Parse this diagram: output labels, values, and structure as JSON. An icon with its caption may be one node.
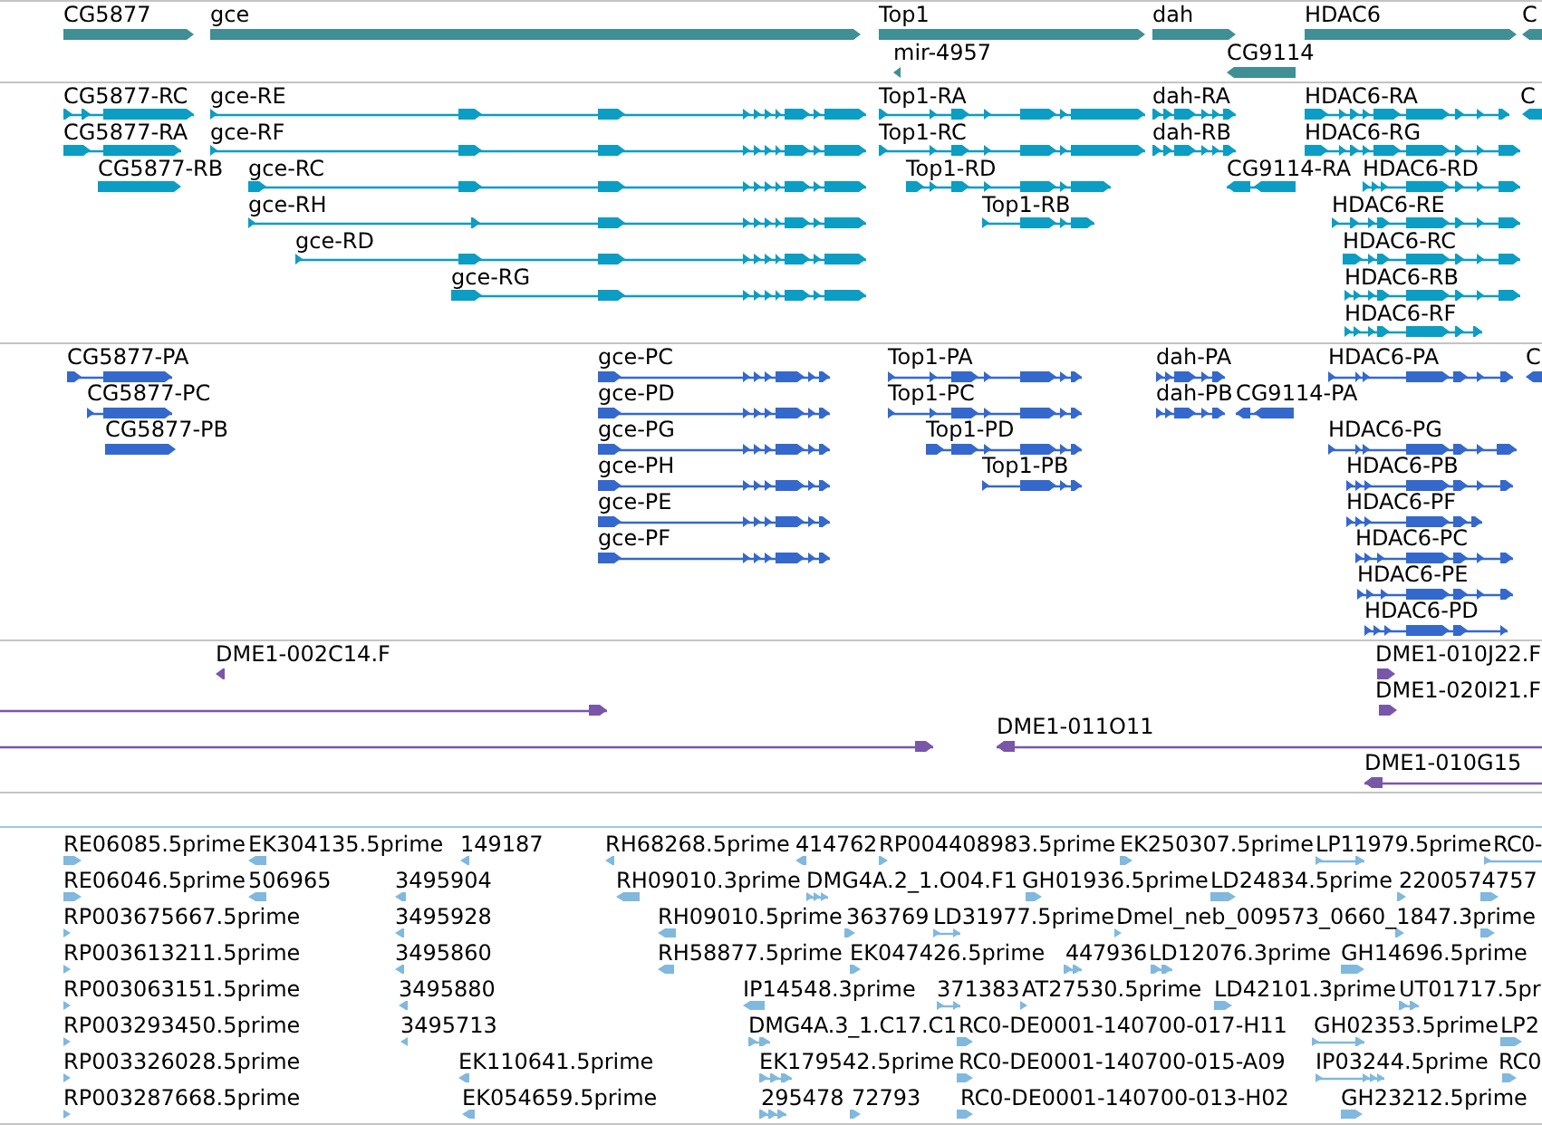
{
  "diagram": {
    "labels": [
      "CG5877",
      "gce",
      "Top1",
      "dah",
      "HDAC6",
      "C",
      "mir-4957",
      "CG9114",
      "CG5877-RC",
      "gce-RE",
      "Top1-RA",
      "dah-RA",
      "HDAC6-RA",
      "C",
      "CG5877-RA",
      "gce-RF",
      "Top1-RC",
      "dah-RB",
      "HDAC6-RG",
      "CG5877-RB",
      "gce-RC",
      "Top1-RD",
      "CG9114-RA",
      "HDAC6-RD",
      "gce-RH",
      "Top1-RB",
      "HDAC6-RE",
      "gce-RD",
      "HDAC6-RC",
      "gce-RG",
      "HDAC6-RB",
      "HDAC6-RF",
      "CG5877-PA",
      "gce-PC",
      "Top1-PA",
      "dah-PA",
      "HDAC6-PA",
      "C",
      "CG5877-PC",
      "gce-PD",
      "Top1-PC",
      "dah-PB",
      "CG9114-PA",
      "CG5877-PB",
      "gce-PG",
      "Top1-PD",
      "HDAC6-PG",
      "gce-PH",
      "Top1-PB",
      "HDAC6-PB",
      "gce-PE",
      "HDAC6-PF",
      "gce-PF",
      "HDAC6-PC",
      "HDAC6-PE",
      "HDAC6-PD",
      "DME1-002C14.F",
      "DME1-010J22.F",
      "DME1-020I21.F",
      "DME1-011O11",
      "DME1-010G15",
      "RE06085.5prime",
      "EK304135.5prime",
      "149187",
      "RH68268.5prime",
      "414762",
      "RP004408983.5prime",
      "EK250307.5prime",
      "LP11979.5prime",
      "RC0-",
      "RE06046.5prime",
      "506965",
      "3495904",
      "RH09010.3prime",
      "DMG4A.2_1.O04.F1",
      "GH01936.5prime",
      "LD24834.5prime",
      "2200574757",
      "RP003675667.5prime",
      "3495928",
      "RH09010.5prime",
      "363769",
      "LD31977.5prime",
      "Dmel_neb_009573_0660_1847.3prime",
      "RP003613211.5prime",
      "3495860",
      "RH58877.5prime",
      "EK047426.5prime",
      "447936",
      "LD12076.3prime",
      "GH14696.5prime",
      "RP003063151.5prime",
      "3495880",
      "IP14548.3prime",
      "371383",
      "AT27530.5prime",
      "LD42101.3prime",
      "UT01717.5pr",
      "RP003293450.5prime",
      "3495713",
      "DMG4A.3_1.C17.C1",
      "RC0-DE0001-140700-017-H11",
      "GH02353.5prime",
      "LP2",
      "RP003326028.5prime",
      "EK110641.5prime",
      "EK179542.5prime",
      "RC0-DE0001-140700-015-A09",
      "IP03244.5prime",
      "RC0",
      "RP003287668.5prime",
      "EK054659.5prime",
      "295478",
      "72793",
      "RC0-DE0001-140700-013-H02",
      "GH23212.5prime"
    ]
  }
}
